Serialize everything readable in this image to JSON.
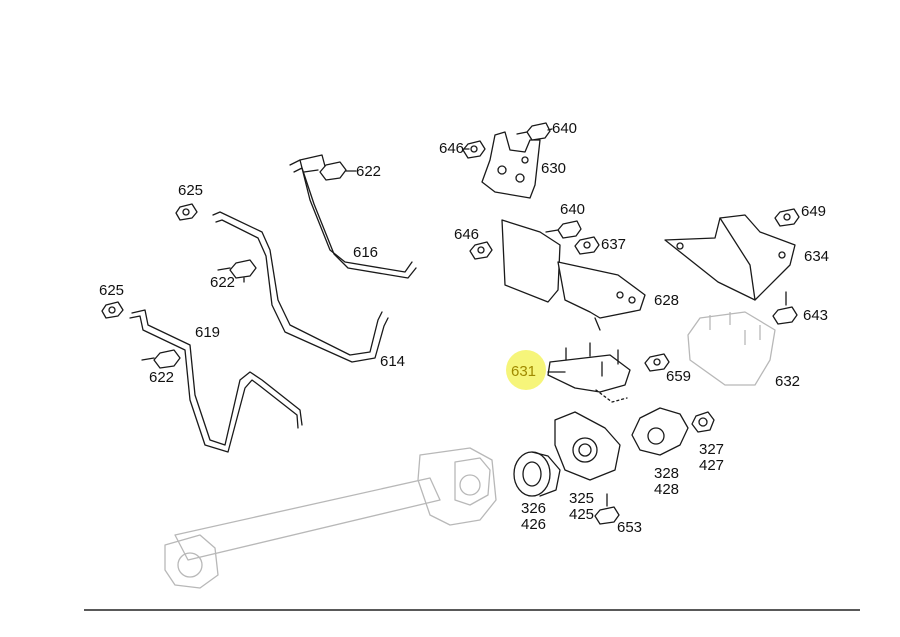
{
  "highlight_color": "#f6f57a",
  "callouts": {
    "c640a": "640",
    "c646a": "646",
    "c630": "630",
    "c622a": "622",
    "c625a": "625",
    "c616": "616",
    "c622b": "622",
    "c640b": "640",
    "c646b": "646",
    "c637": "637",
    "c649": "649",
    "c634": "634",
    "c628": "628",
    "c625b": "625",
    "c619": "619",
    "c614": "614",
    "c643": "643",
    "c622c": "622",
    "c631": "631",
    "c659": "659",
    "c632": "632",
    "c327": "327",
    "c427": "427",
    "c328": "328",
    "c428": "428",
    "c325": "325",
    "c425": "425",
    "c326": "326",
    "c426": "426",
    "c653": "653"
  }
}
